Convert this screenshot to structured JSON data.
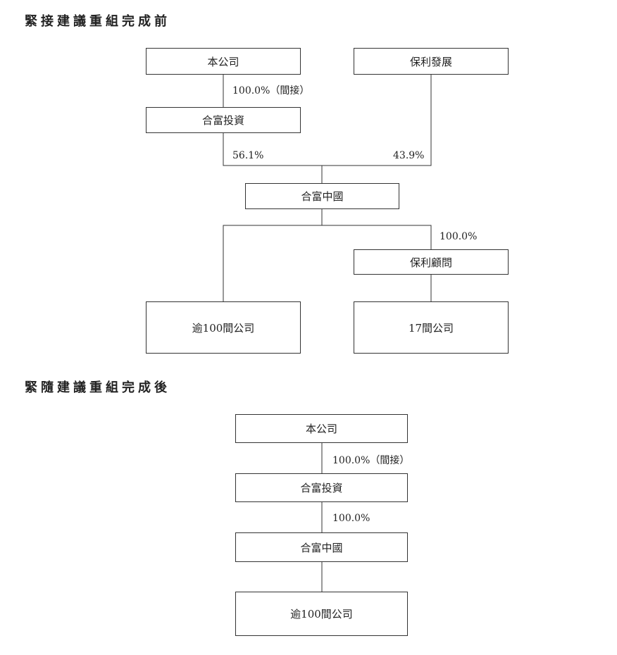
{
  "before": {
    "heading": "緊接建議重組完成前",
    "boxes": {
      "company": "本公司",
      "poly_dev": "保利發展",
      "hefu_invest": "合富投資",
      "hefu_china": "合富中國",
      "poly_consult": "保利顧問",
      "over100": "逾100間公司",
      "seventeen": "17間公司"
    },
    "labels": {
      "company_to_invest": "100.0%（間接）",
      "invest_to_china": "56.1%",
      "poly_to_china": "43.9%",
      "china_to_consult": "100.0%"
    }
  },
  "after": {
    "heading": "緊隨建議重組完成後",
    "boxes": {
      "company": "本公司",
      "hefu_invest": "合富投資",
      "hefu_china": "合富中國",
      "over100": "逾100間公司"
    },
    "labels": {
      "company_to_invest": "100.0%（間接）",
      "invest_to_china": "100.0%"
    }
  }
}
